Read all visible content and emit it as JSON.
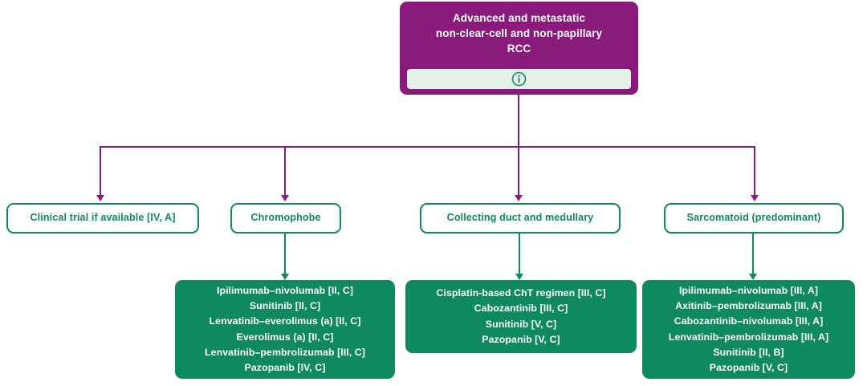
{
  "figure": {
    "type": "clinical-treatment-algorithm-flowchart",
    "colors": {
      "purple": "#8a1b7c",
      "green": "#0f8a60",
      "info_bar": "#e4efea",
      "white": "#ffffff"
    }
  },
  "root": {
    "title": "Advanced and metastatic non-clear-cell and non-papillary RCC",
    "title_lines": [
      "Advanced and metastatic",
      "non-clear-cell and non-papillary",
      "RCC"
    ],
    "info_icon": "info-circle-icon"
  },
  "branches": [
    {
      "id": "clinical-trial",
      "label": "Clinical trial if available [IV, A]",
      "treatments": []
    },
    {
      "id": "chromophobe",
      "label": "Chromophobe",
      "treatments": [
        "Ipilimumab–nivolumab [II, C]",
        "Sunitinib [II, C]",
        "Lenvatinib–everolimus (a) [II, C]",
        "Everolimus (a) [II, C]",
        "Lenvatinib–pembrolizumab [III, C]",
        "Pazopanib [IV, C]"
      ]
    },
    {
      "id": "collecting-duct-medullary",
      "label": "Collecting duct and medullary",
      "treatments": [
        "Cisplatin-based ChT regimen [III, C]",
        "Cabozantinib [III, C]",
        "Sunitinib [V, C]",
        "Pazopanib [V, C]"
      ]
    },
    {
      "id": "sarcomatoid-predominant",
      "label": "Sarcomatoid (predominant)",
      "treatments": [
        "Ipilimumab–nivolumab [III, A]",
        "Axitinib–pembrolizumab [III, A]",
        "Cabozantinib–nivolumab [III, A]",
        "Lenvatinib–pembrolizumab [III, A]",
        "Sunitinib [II, B]",
        "Pazopanib [V, C]"
      ]
    }
  ]
}
